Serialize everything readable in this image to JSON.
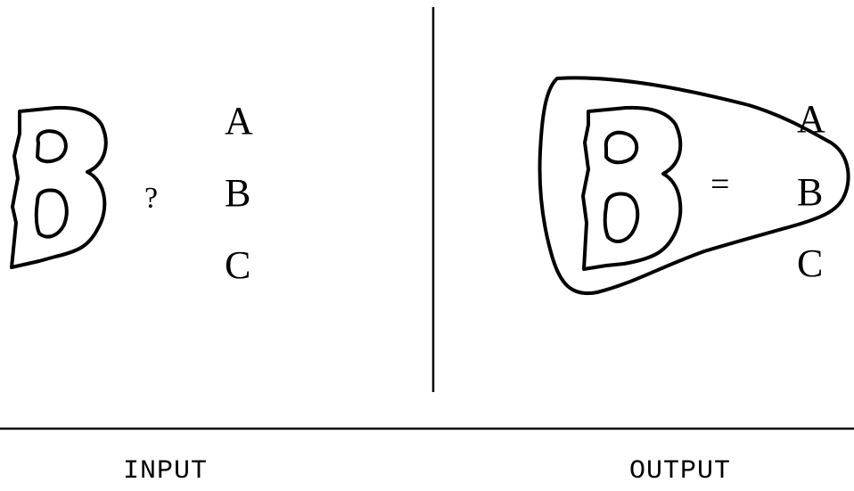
{
  "input_panel": {
    "question_mark": "?",
    "options": [
      "A",
      "B",
      "C"
    ],
    "label": "INPUT"
  },
  "output_panel": {
    "equals_sign": "=",
    "options": [
      "A",
      "B",
      "C"
    ],
    "label": "OUTPUT"
  },
  "colors": {
    "ink": "#000000",
    "background": "#ffffff"
  }
}
